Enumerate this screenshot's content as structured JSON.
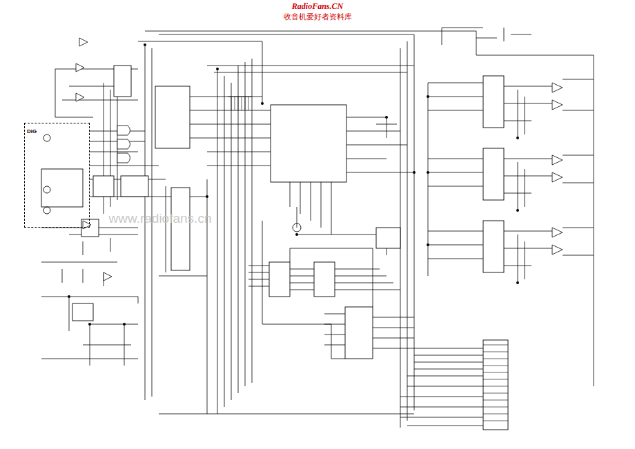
{
  "diagram": {
    "nodes": [
      {
        "text": [
          "DIG"
        ]
      }
    ],
    "labels": [
      "RadioFans.CN",
      "收音机爱好者资料库",
      "www.radiofans.cn"
    ]
  }
}
